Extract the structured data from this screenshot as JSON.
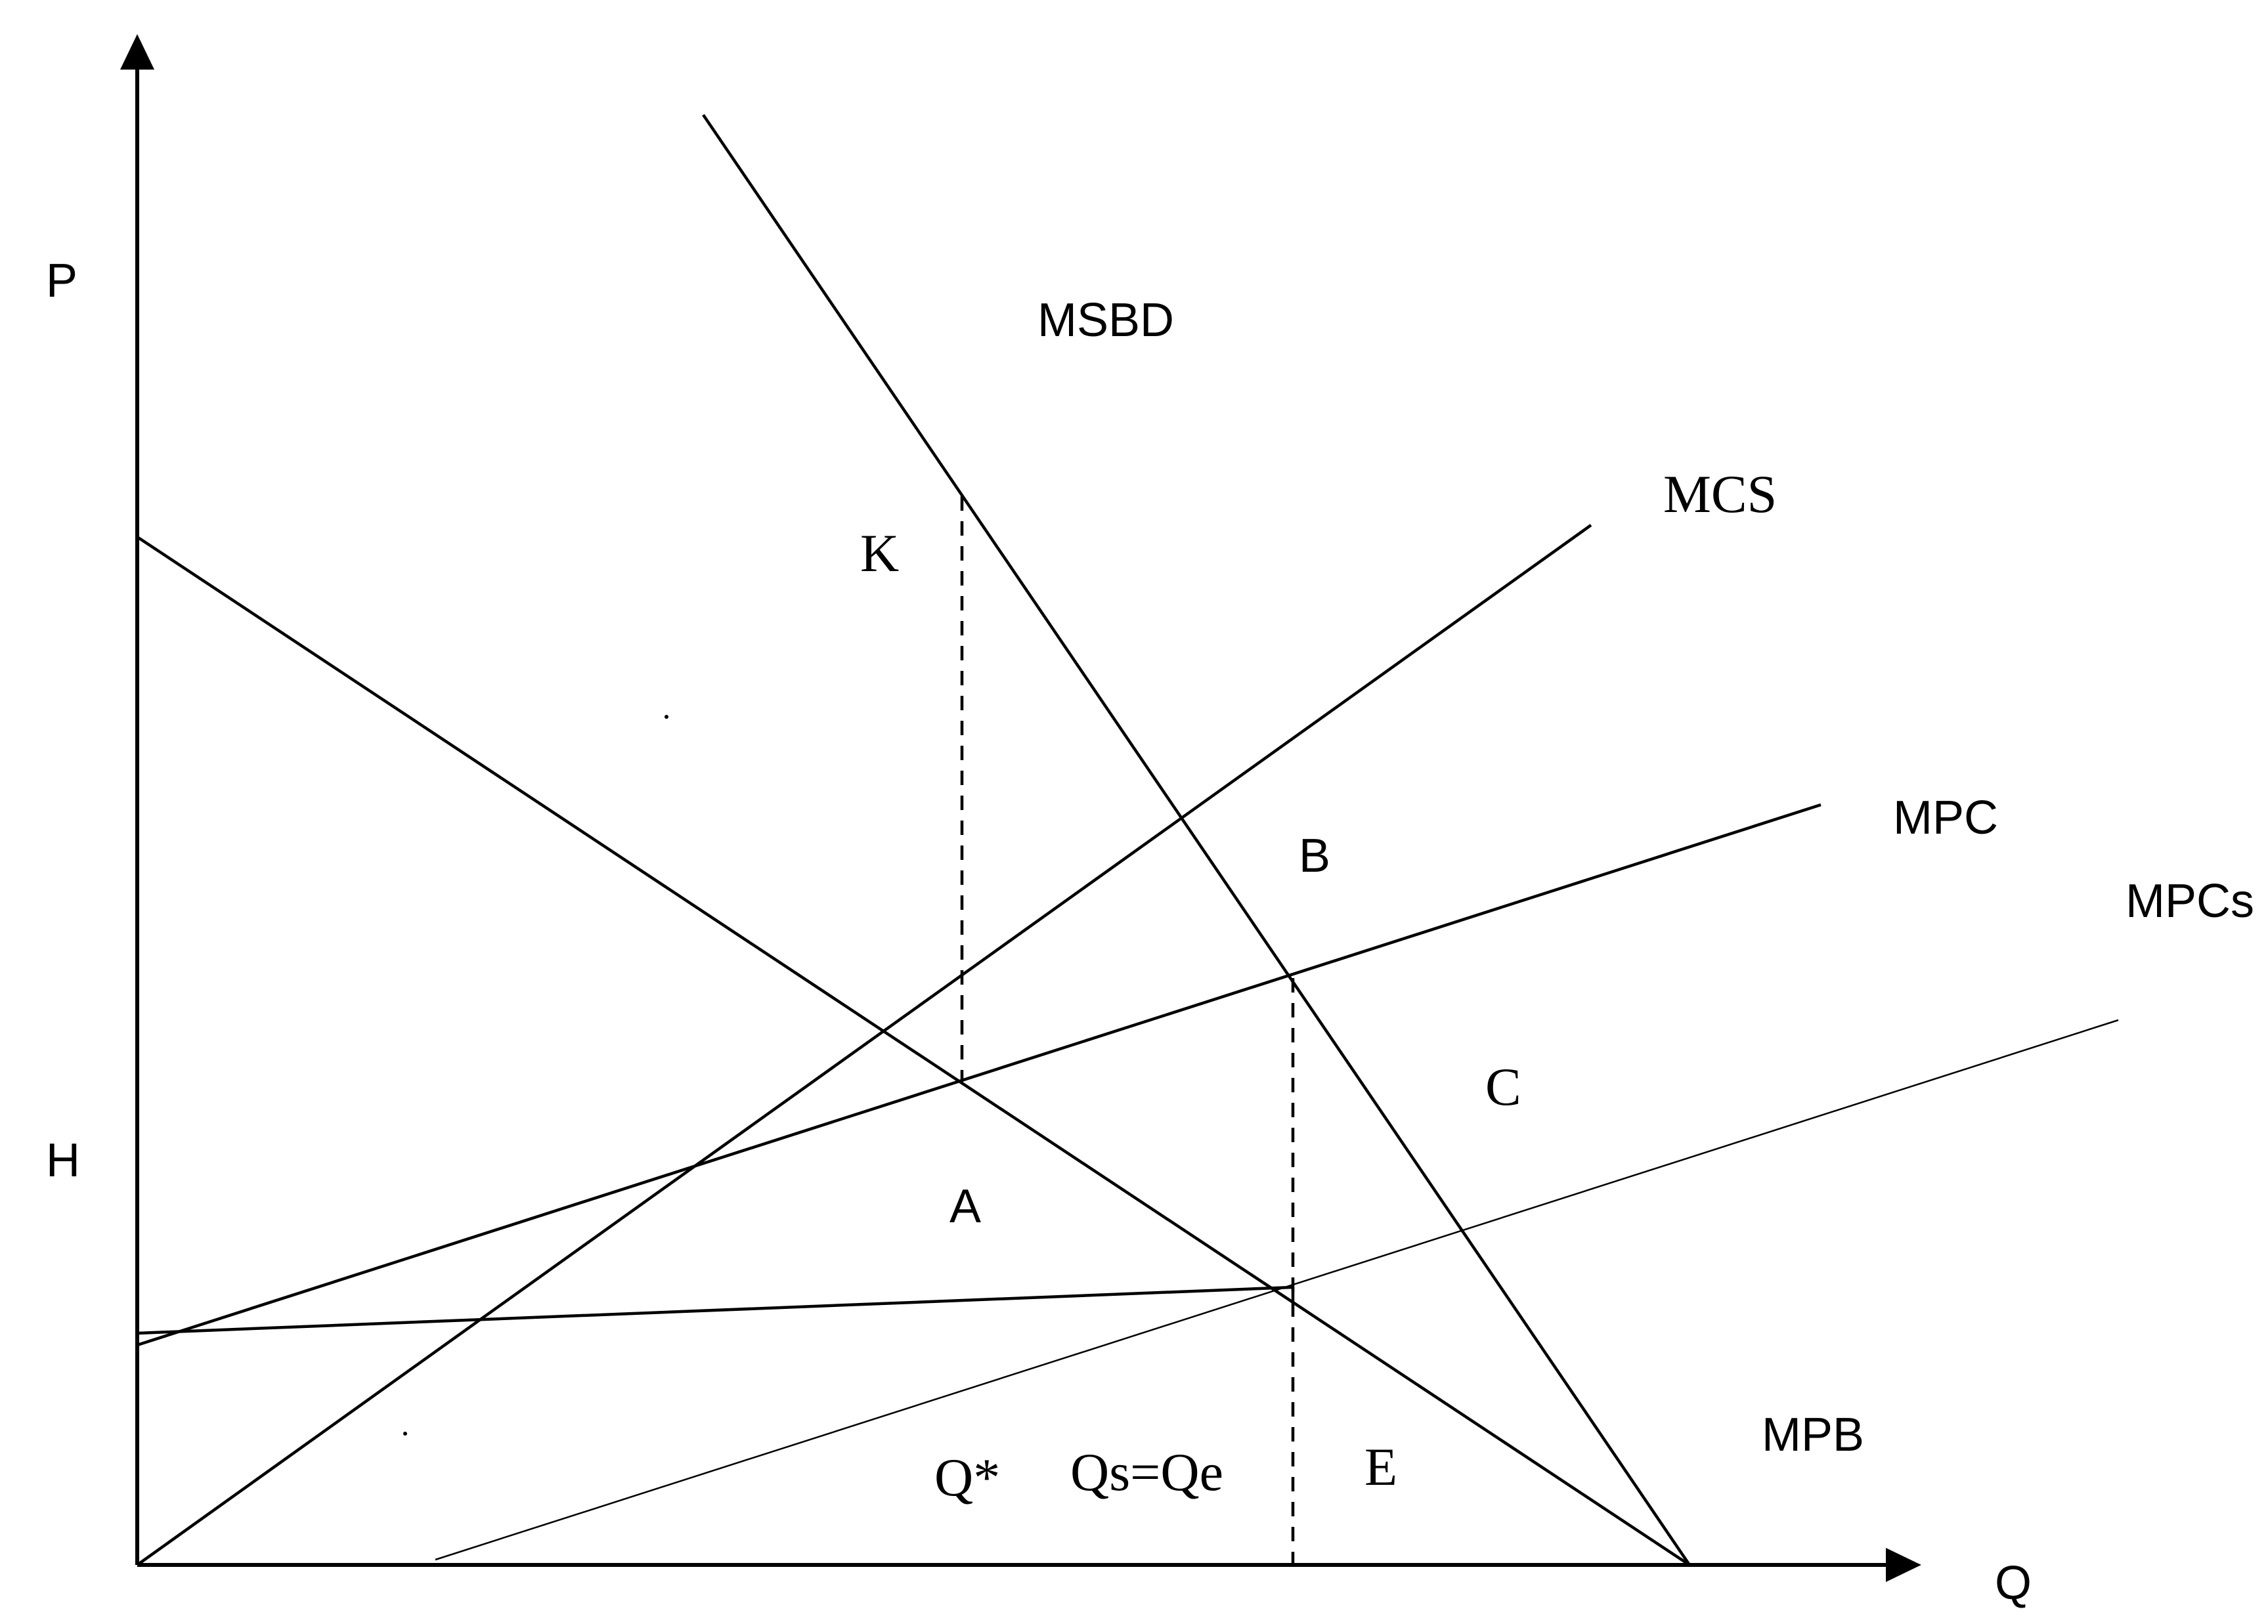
{
  "axes": {
    "y_label": "P",
    "x_label": "Q",
    "y_tick": "H"
  },
  "curves": {
    "msbd": "MSBD",
    "mcs": "MCS",
    "mpc": "MPC",
    "mpcs": "MPCs",
    "mpb": "MPB"
  },
  "points": {
    "k": "K",
    "b": "B",
    "c": "C",
    "a": "A",
    "e": "E",
    "q_star": "Q*",
    "qs_qe": "Qs=Qe"
  },
  "colors": {
    "line": "#000000",
    "background": "#ffffff"
  }
}
